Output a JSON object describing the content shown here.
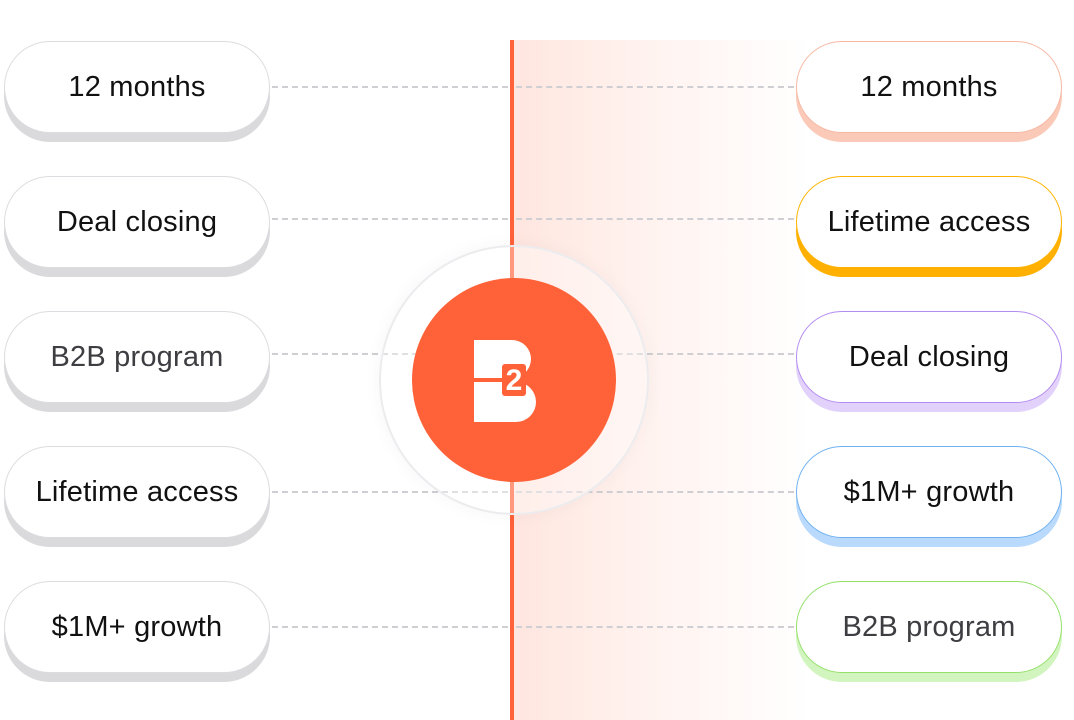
{
  "left_items": [
    {
      "label": "12 months",
      "muted": false
    },
    {
      "label": "Deal closing",
      "muted": false
    },
    {
      "label": "B2B program",
      "muted": true
    },
    {
      "label": "Lifetime access",
      "muted": false
    },
    {
      "label": "$1M+ growth",
      "muted": false
    }
  ],
  "right_items": [
    {
      "label": "12 months",
      "accent": "#fbc9b8",
      "muted": false
    },
    {
      "label": "Lifetime access",
      "accent": "#ffb000",
      "muted": false
    },
    {
      "label": "Deal closing",
      "accent": "#b48cf0",
      "muted": false
    },
    {
      "label": "$1M+ growth",
      "accent": "#6fb1f0",
      "muted": false
    },
    {
      "label": "B2B program",
      "accent": "#93e06a",
      "muted": true
    }
  ],
  "logo": {
    "icon": "b2b-logo-icon",
    "text": "2",
    "color": "#ff6238"
  },
  "colors": {
    "divider": "#ff6238",
    "connector": "#cfcfd3"
  }
}
